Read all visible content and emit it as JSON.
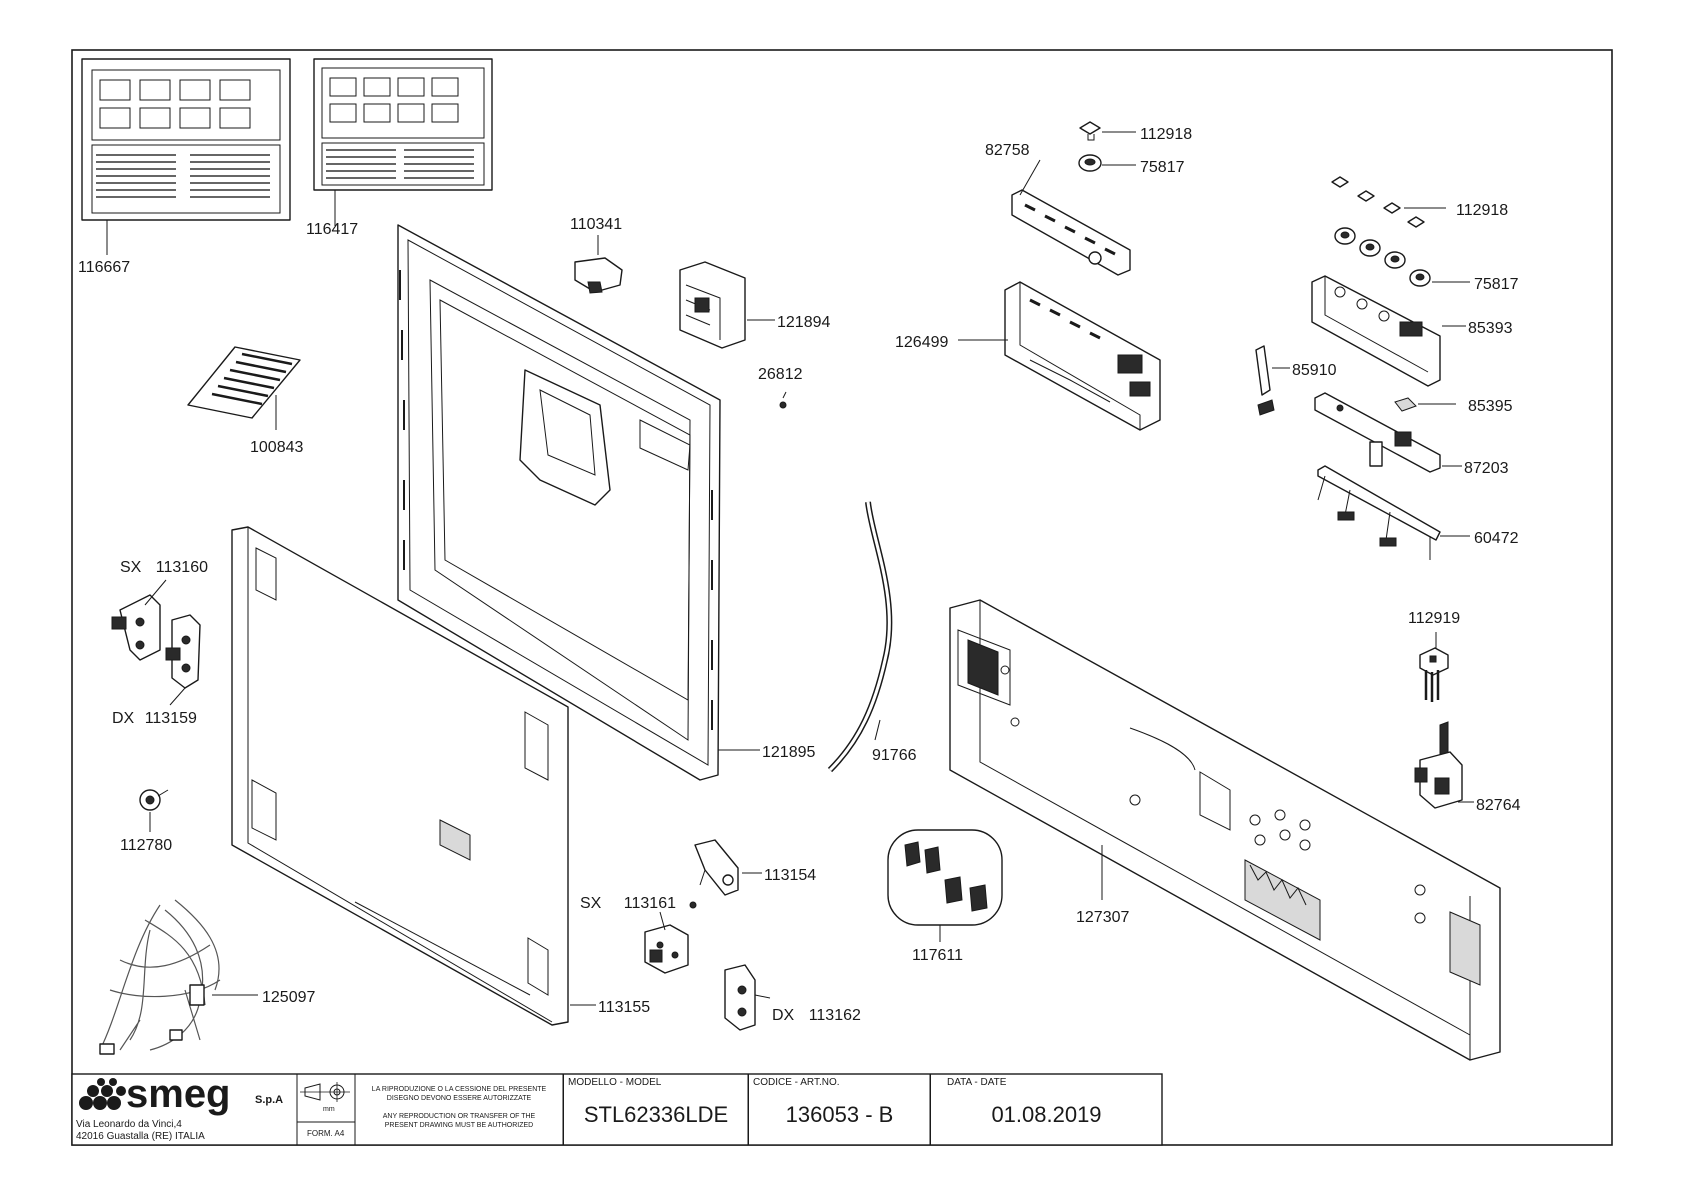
{
  "drawing": {
    "parts": {
      "p116667": "116667",
      "p116417": "116417",
      "p110341": "110341",
      "p121894": "121894",
      "p26812": "26812",
      "p100843": "100843",
      "p121895": "121895",
      "p91766": "91766",
      "p113160": "113160",
      "p113160_side": "SX",
      "p113159": "113159",
      "p113159_side": "DX",
      "p112780": "112780",
      "p125097": "125097",
      "p113155": "113155",
      "p113154": "113154",
      "p113161": "113161",
      "p113161_side": "SX",
      "p113162": "113162",
      "p113162_side": "DX",
      "p117611": "117611",
      "p127307": "127307",
      "p82758": "82758",
      "p112918a": "112918",
      "p75817a": "75817",
      "p126499": "126499",
      "p112918b": "112918",
      "p75817b": "75817",
      "p85393": "85393",
      "p85910": "85910",
      "p85395": "85395",
      "p87203": "87203",
      "p60472": "60472",
      "p112919": "112919",
      "p82764": "82764"
    }
  },
  "title_block": {
    "brand": "smeg",
    "brand_suffix": "S.p.A",
    "address_line1": "Via Leonardo da Vinci,4",
    "address_line2": "42016  Guastalla (RE) ITALIA",
    "unit": "mm",
    "format": "FORM. A4",
    "notice_it": "LA RIPRODUZIONE O LA CESSIONE DEL PRESENTE DISEGNO DEVONO ESSERE AUTORIZZATE",
    "notice_en": "ANY REPRODUCTION OR TRANSFER OF THE PRESENT DRAWING MUST BE AUTHORIZED",
    "model_caption": "MODELLO - MODEL",
    "model_value": "STL62336LDE",
    "code_caption": "CODICE - ART.NO.",
    "code_value": "136053 - B",
    "date_caption": "DATA - DATE",
    "date_value": "01.08.2019"
  }
}
